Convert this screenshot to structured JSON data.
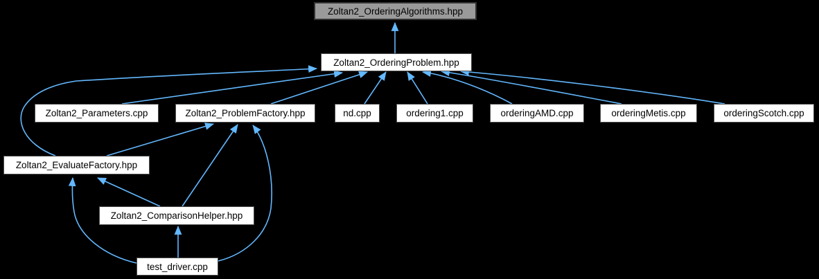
{
  "graph": {
    "type": "include-dependency-graph",
    "colors": {
      "background": "#000000",
      "edge": "#63b8ff",
      "node_fill": "#ffffff",
      "node_border": "#4e4e4e",
      "current_node_fill": "#9a9a9a",
      "current_node_border": "#333333",
      "text": "#000000"
    },
    "nodes": [
      {
        "id": "Zoltan2_OrderingAlgorithms.hpp",
        "label": "Zoltan2_OrderingAlgorithms.hpp",
        "current": true
      },
      {
        "id": "Zoltan2_OrderingProblem.hpp",
        "label": "Zoltan2_OrderingProblem.hpp",
        "current": false
      },
      {
        "id": "Zoltan2_Parameters.cpp",
        "label": "Zoltan2_Parameters.cpp",
        "current": false
      },
      {
        "id": "Zoltan2_ProblemFactory.hpp",
        "label": "Zoltan2_ProblemFactory.hpp",
        "current": false
      },
      {
        "id": "nd.cpp",
        "label": "nd.cpp",
        "current": false
      },
      {
        "id": "ordering1.cpp",
        "label": "ordering1.cpp",
        "current": false
      },
      {
        "id": "orderingAMD.cpp",
        "label": "orderingAMD.cpp",
        "current": false
      },
      {
        "id": "orderingMetis.cpp",
        "label": "orderingMetis.cpp",
        "current": false
      },
      {
        "id": "orderingScotch.cpp",
        "label": "orderingScotch.cpp",
        "current": false
      },
      {
        "id": "Zoltan2_EvaluateFactory.hpp",
        "label": "Zoltan2_EvaluateFactory.hpp",
        "current": false
      },
      {
        "id": "Zoltan2_ComparisonHelper.hpp",
        "label": "Zoltan2_ComparisonHelper.hpp",
        "current": false
      },
      {
        "id": "test_driver.cpp",
        "label": "test_driver.cpp",
        "current": false
      }
    ],
    "edges": [
      {
        "from": "Zoltan2_OrderingProblem.hpp",
        "to": "Zoltan2_OrderingAlgorithms.hpp"
      },
      {
        "from": "Zoltan2_Parameters.cpp",
        "to": "Zoltan2_OrderingProblem.hpp"
      },
      {
        "from": "Zoltan2_ProblemFactory.hpp",
        "to": "Zoltan2_OrderingProblem.hpp"
      },
      {
        "from": "nd.cpp",
        "to": "Zoltan2_OrderingProblem.hpp"
      },
      {
        "from": "ordering1.cpp",
        "to": "Zoltan2_OrderingProblem.hpp"
      },
      {
        "from": "orderingAMD.cpp",
        "to": "Zoltan2_OrderingProblem.hpp"
      },
      {
        "from": "orderingMetis.cpp",
        "to": "Zoltan2_OrderingProblem.hpp"
      },
      {
        "from": "orderingScotch.cpp",
        "to": "Zoltan2_OrderingProblem.hpp"
      },
      {
        "from": "Zoltan2_EvaluateFactory.hpp",
        "to": "Zoltan2_OrderingProblem.hpp"
      },
      {
        "from": "Zoltan2_EvaluateFactory.hpp",
        "to": "Zoltan2_ProblemFactory.hpp"
      },
      {
        "from": "Zoltan2_ComparisonHelper.hpp",
        "to": "Zoltan2_EvaluateFactory.hpp"
      },
      {
        "from": "Zoltan2_ComparisonHelper.hpp",
        "to": "Zoltan2_ProblemFactory.hpp"
      },
      {
        "from": "test_driver.cpp",
        "to": "Zoltan2_ComparisonHelper.hpp"
      },
      {
        "from": "test_driver.cpp",
        "to": "Zoltan2_EvaluateFactory.hpp"
      },
      {
        "from": "test_driver.cpp",
        "to": "Zoltan2_ProblemFactory.hpp"
      }
    ]
  }
}
